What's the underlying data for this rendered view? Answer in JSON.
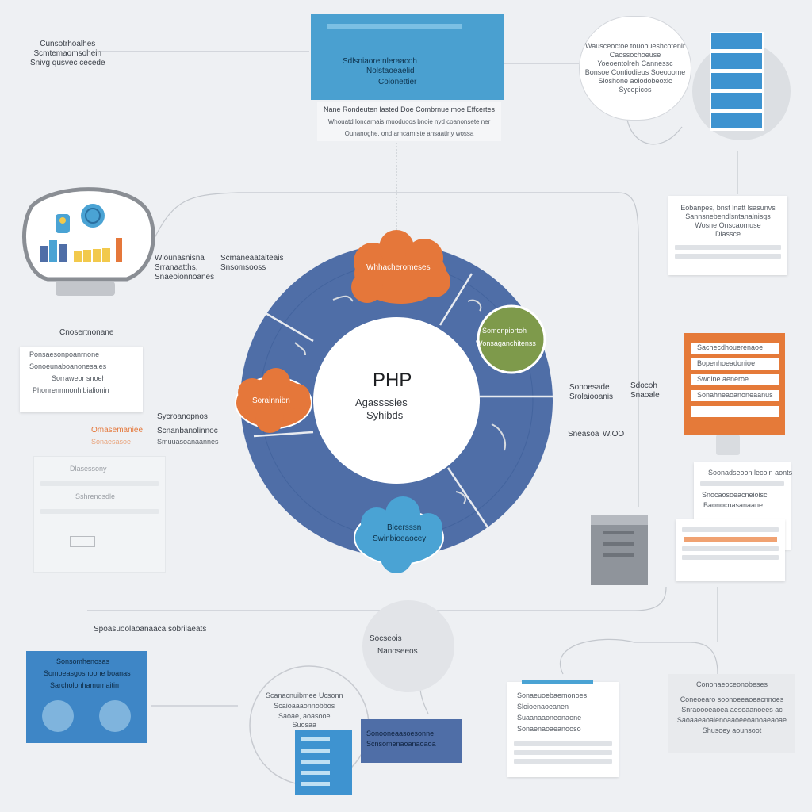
{
  "center": {
    "title": "PHP",
    "subtitle_1": "Agassssies",
    "subtitle_2": "Syhibds"
  },
  "nodes": {
    "cloud_top": "Whhacheromeses",
    "cloud_left": "Sorainnibn",
    "cloud_bottom_1": "Bicersssn",
    "cloud_bottom_2": "Swinbioeaocey",
    "circle_right_1": "Somonpiortoh",
    "circle_right_2": "Wonsaganchitenss"
  },
  "top_banner": {
    "line_1": "Sdlsniaoretnleraacoh",
    "line_2": "Nolstaoeaelid",
    "line_3": "Coionettier",
    "caption_1": "Nane Rondeuten lasted Doe Combrnue moe Effcertes",
    "caption_2": "Whouatd loncarnais muoduoos bnoie nyd coanonsete ner",
    "caption_3": "Ounanoghe, ond arncarniste ansaatiny wossa"
  },
  "top_left_note": {
    "line_1": "Cunsotrhoalhes",
    "line_2": "Scmtemaomsohein",
    "line_3": "Snivg qusvec cecede"
  },
  "top_right_note": {
    "line_1": "Wausceoctoe touobueshcotenir",
    "line_2": "Caossochoeuse",
    "line_3": "Yoeoentolreh Cannessc",
    "line_4": "Bonsoe Contiodieus Soeooome",
    "line_5": "Sloshone aoiodobeoxic",
    "line_6": "Sycepicos"
  },
  "right_note_top": {
    "line_1": "Eobanpes, bnst lnatt lsasunvs",
    "line_2": "Sannsnebendlsntanalnisgs",
    "line_3": "Wosne Onscaomuse",
    "line_4": "Dlassce"
  },
  "left_mid_labels": {
    "a_1": "Wlounasnisna",
    "a_2": "Srranaatths,",
    "a_3": "Snaeoionnoanes",
    "b_1": "Scmaneaataiteais",
    "b_2": "Snsomsooss",
    "c_1": "Cnosertnonane",
    "c_2": "Smuuasoanaannes",
    "d_1": "Sycroanopnos",
    "d_2": "Scnanbanolinnoc"
  },
  "left_panel": {
    "header": "Ponsaesonpoanrnone",
    "line_1": "Sonoeunaboanonesaies",
    "line_2": "Sorraweor snoeh",
    "line_3": "Phonrenmnonhlbialionin"
  },
  "left_orange": {
    "line_1": "Omasemaniee",
    "line_2": "Sonaesasoe"
  },
  "left_faded": {
    "line_1": "Dlasessony",
    "line_2": "Sshrenosdle"
  },
  "right_mid_labels": {
    "a_1": "Sonoesade",
    "a_2": "Srolaiooanis",
    "b_1": "Sdocoh",
    "b_2": "Snaoale",
    "c_1": "Sneasoa",
    "c_2": "W.OO"
  },
  "right_orange_panel": {
    "line_1": "Sachecdhouerenaoe",
    "line_2": "Bopenhoeadonioe",
    "line_3": "Swdlne aeneroe",
    "line_4": "Sonahneaoanoneaanus"
  },
  "right_doc_panel": {
    "line_1": "Soonadseoon lecoin aonts",
    "line_2": "Snocaosoeacneioisc",
    "line_3": "Baonocnasanaane"
  },
  "bottom_left_panel": {
    "caption": "Spoasuoolaoanaaca sobrilaeats",
    "header": "Sonsomhenosas",
    "line_1": "Somoeasgoshoone boanas",
    "line_2": "Sarcholonhamumaitin"
  },
  "bottom_center": {
    "circle_1": "Socseois",
    "circle_2": "Nanoseeos",
    "left_1": "Scanacnuibmee Ucsonn",
    "left_2": "Scaioaaaonnobbos",
    "left_3": "Saoae, aoasooe",
    "left_4": "Suosaa",
    "box_1": "Sonooneaasoesonne",
    "box_2": "Scnsomenaoanaoaoa"
  },
  "bottom_doc": {
    "line_1": "Sonaeuoebaemonoes",
    "line_2": "Sloioenaoeanen",
    "line_3": "Suaanaaoneonaone",
    "line_4": "Sonaenaoaeanooso"
  },
  "bottom_right_note": {
    "line_1": "Cononaeoceonobeses",
    "line_2": "Coneoearo soonoeeaoeacnnoes",
    "line_3": "Snraoooeaoea aesoaanoees ac",
    "line_4": "Saoaaeaoalenoaaoeeoanoaeaoae",
    "line_5": "Shusoey aounsoot"
  },
  "colors": {
    "ring": "#4f6ea7",
    "orange": "#e5773a",
    "green": "#7e9a4b",
    "light_blue": "#4aa3d4",
    "banner_blue": "#4aa0d0",
    "server_blue": "#3e93d0",
    "panel_orange": "#e57a39"
  }
}
